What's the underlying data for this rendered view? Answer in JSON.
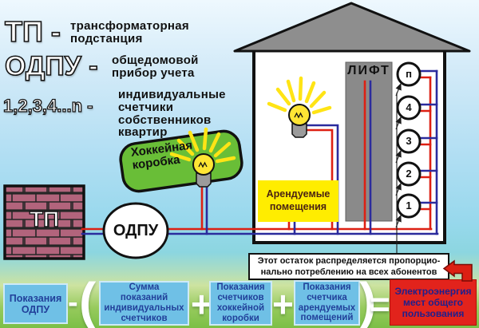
{
  "colors": {
    "wire_red": "#dd2013",
    "wire_blue": "#2b2b9d",
    "hockey_green": "#69be37",
    "brick_red": "#b2647c",
    "roof_gray": "#8e8e8e",
    "formula_box_blue": "#6fc0e6",
    "formula_text_navy": "#21409a",
    "result_red": "#e2231c",
    "result_text_navy": "#20208c",
    "rented_yellow": "#ffed00",
    "bulb_yellow": "#ffe534"
  },
  "legend": {
    "items": [
      {
        "abbr": "ТП -",
        "definition": "трансформаторная\nподстанция"
      },
      {
        "abbr": "ОДПУ -",
        "definition": "общедомовой\nприбор учета"
      },
      {
        "abbr": "1,2,3,4...n -",
        "definition": "индивидуальные\nсчетчики\nсобственников\nквартир"
      }
    ]
  },
  "diagram": {
    "substation_label": "ТП",
    "odpu_label": "ОДПУ",
    "hockey_label": "Хоккейная\nкоробка",
    "elevator_label": "ЛИФТ",
    "rented_label": "Арендуемые\nпомещения",
    "meters": [
      {
        "label": "п"
      },
      {
        "label": "4"
      },
      {
        "label": "3"
      },
      {
        "label": "2"
      },
      {
        "label": "1"
      }
    ]
  },
  "note": {
    "text": "Этот остаток распределяется пропорцио-\nнально потреблению на всех абонентов"
  },
  "formula": {
    "term_odpu": "Показания\nОДПУ",
    "term_individual": "Сумма\nпоказаний\nиндивидуальных\nсчетчиков",
    "term_hockey": "Показания\nсчетчиков\nхоккейной\nкоробки",
    "term_rented": "Показания\nсчетчика\nарендуемых\nпомещений",
    "op_minus": "-",
    "op_open_paren": "(",
    "op_plus_1": "+",
    "op_plus_2": "+",
    "op_close_paren": ")",
    "op_equals": "=",
    "result": "Электроэнергия\nмест общего\nпользования"
  }
}
